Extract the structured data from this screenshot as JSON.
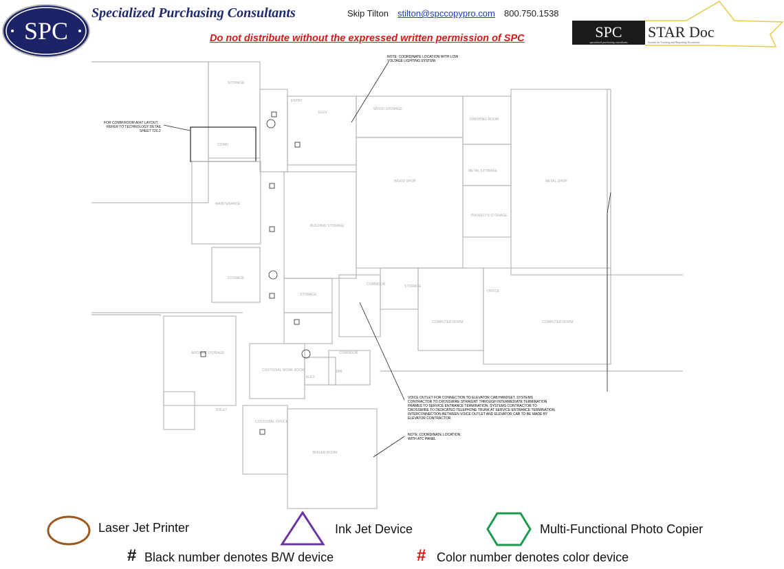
{
  "header": {
    "logo_text": "SPC",
    "company": "Specialized Purchasing Consultants",
    "contact_name": "Skip Tilton",
    "contact_email": "stilton@spccopypro.com",
    "contact_phone": "800.750.1538",
    "warning": "Do not distribute without the expressed written permission of SPC",
    "star_logo": {
      "left": "SPC",
      "right": "STAR Doc",
      "tagline_left": "specialized purchasing consultants",
      "tagline_right": "System for Tracking and Reporting Documents"
    }
  },
  "plan": {
    "notes": [
      "FOR COMM ROOM A047 LAYOUT, REFER TO TECHNOLOGY DETAIL SHEET T20.2",
      "NOTE: COORDINATE LOCATION WITH LOW VOLTAGE LIGHTING SYSTEM.",
      "VOICE OUTLET FOR CONNECTION TO ELEVATOR CAB HANDSET. SYSTEMS CONTRACTOR TO CROSSWIRE STRAIGHT THROUGH INTERMEDIATE TERMINATION FRAMES TO SERVICE ENTRANCE TERMINATION. SYSTEMS CONTRACTOR TO CROSSWIRE TO DEDICATED TELEPHONE TRUNK AT SERVICE ENTRANCE TERMINATION. INTERCONNECTION BETWEEN VOICE OUTLET AND ELEVATOR CAB TO BE MADE BY ELEVATOR CONTRACTOR.",
      "NOTE: COORDINATE LOCATION WITH ATC PANEL"
    ],
    "rooms": [
      "STORAGE",
      "COMM",
      "ENTRY",
      "ELEV",
      "WOOD STORAGE",
      "FINISHING ROOM",
      "MAINTENANCE",
      "WOOD SHOP",
      "METAL STORAGE",
      "METAL SHOP",
      "BUILDING STORAGE",
      "PROJECTS STORAGE",
      "STORAGE",
      "STORAGE",
      "CORRIDOR",
      "STORAGE",
      "OFFICE",
      "COMPUTER ROOM",
      "COMPUTER ROOM",
      "ARCHIVE STORAGE",
      "CUSTODIAL WORK ROOM",
      "ELEV",
      "CORRIDOR",
      "JAN",
      "CUSTODIAL OFFICE",
      "BOILER ROOM",
      "TOILET"
    ]
  },
  "legend": {
    "laser": "Laser Jet Printer",
    "inkjet": "Ink Jet Device",
    "mfp": "Multi-Functional Photo Copier",
    "hash": "#",
    "bw": "Black number denotes B/W device",
    "color": "Color number denotes color device",
    "colors": {
      "laser": "#9a5a1e",
      "inkjet": "#6a35a0",
      "mfp": "#1a9a4a",
      "color_hash": "#e01010"
    }
  }
}
